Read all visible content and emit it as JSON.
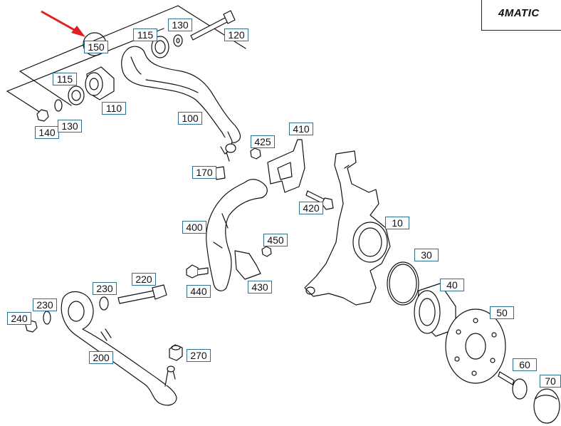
{
  "header": {
    "logo_text": "4MATIC"
  },
  "labels": [
    {
      "id": "150",
      "text": "150"
    },
    {
      "id": "115a",
      "text": "115"
    },
    {
      "id": "130a",
      "text": "130"
    },
    {
      "id": "120",
      "text": "120"
    },
    {
      "id": "115b",
      "text": "115"
    },
    {
      "id": "110",
      "text": "110"
    },
    {
      "id": "140",
      "text": "140"
    },
    {
      "id": "130b",
      "text": "130"
    },
    {
      "id": "100",
      "text": "100"
    },
    {
      "id": "410",
      "text": "410"
    },
    {
      "id": "425",
      "text": "425"
    },
    {
      "id": "170",
      "text": "170"
    },
    {
      "id": "420",
      "text": "420"
    },
    {
      "id": "400",
      "text": "400"
    },
    {
      "id": "10",
      "text": "10"
    },
    {
      "id": "450",
      "text": "450"
    },
    {
      "id": "30",
      "text": "30"
    },
    {
      "id": "220",
      "text": "220"
    },
    {
      "id": "230a",
      "text": "230"
    },
    {
      "id": "440",
      "text": "440"
    },
    {
      "id": "430",
      "text": "430"
    },
    {
      "id": "40",
      "text": "40"
    },
    {
      "id": "230b",
      "text": "230"
    },
    {
      "id": "240",
      "text": "240"
    },
    {
      "id": "50",
      "text": "50"
    },
    {
      "id": "200",
      "text": "200"
    },
    {
      "id": "270",
      "text": "270"
    },
    {
      "id": "60",
      "text": "60"
    },
    {
      "id": "70",
      "text": "70"
    }
  ],
  "colors": {
    "label_border": "#2f6f8f",
    "arrow": "#e02020",
    "line": "#111111"
  }
}
